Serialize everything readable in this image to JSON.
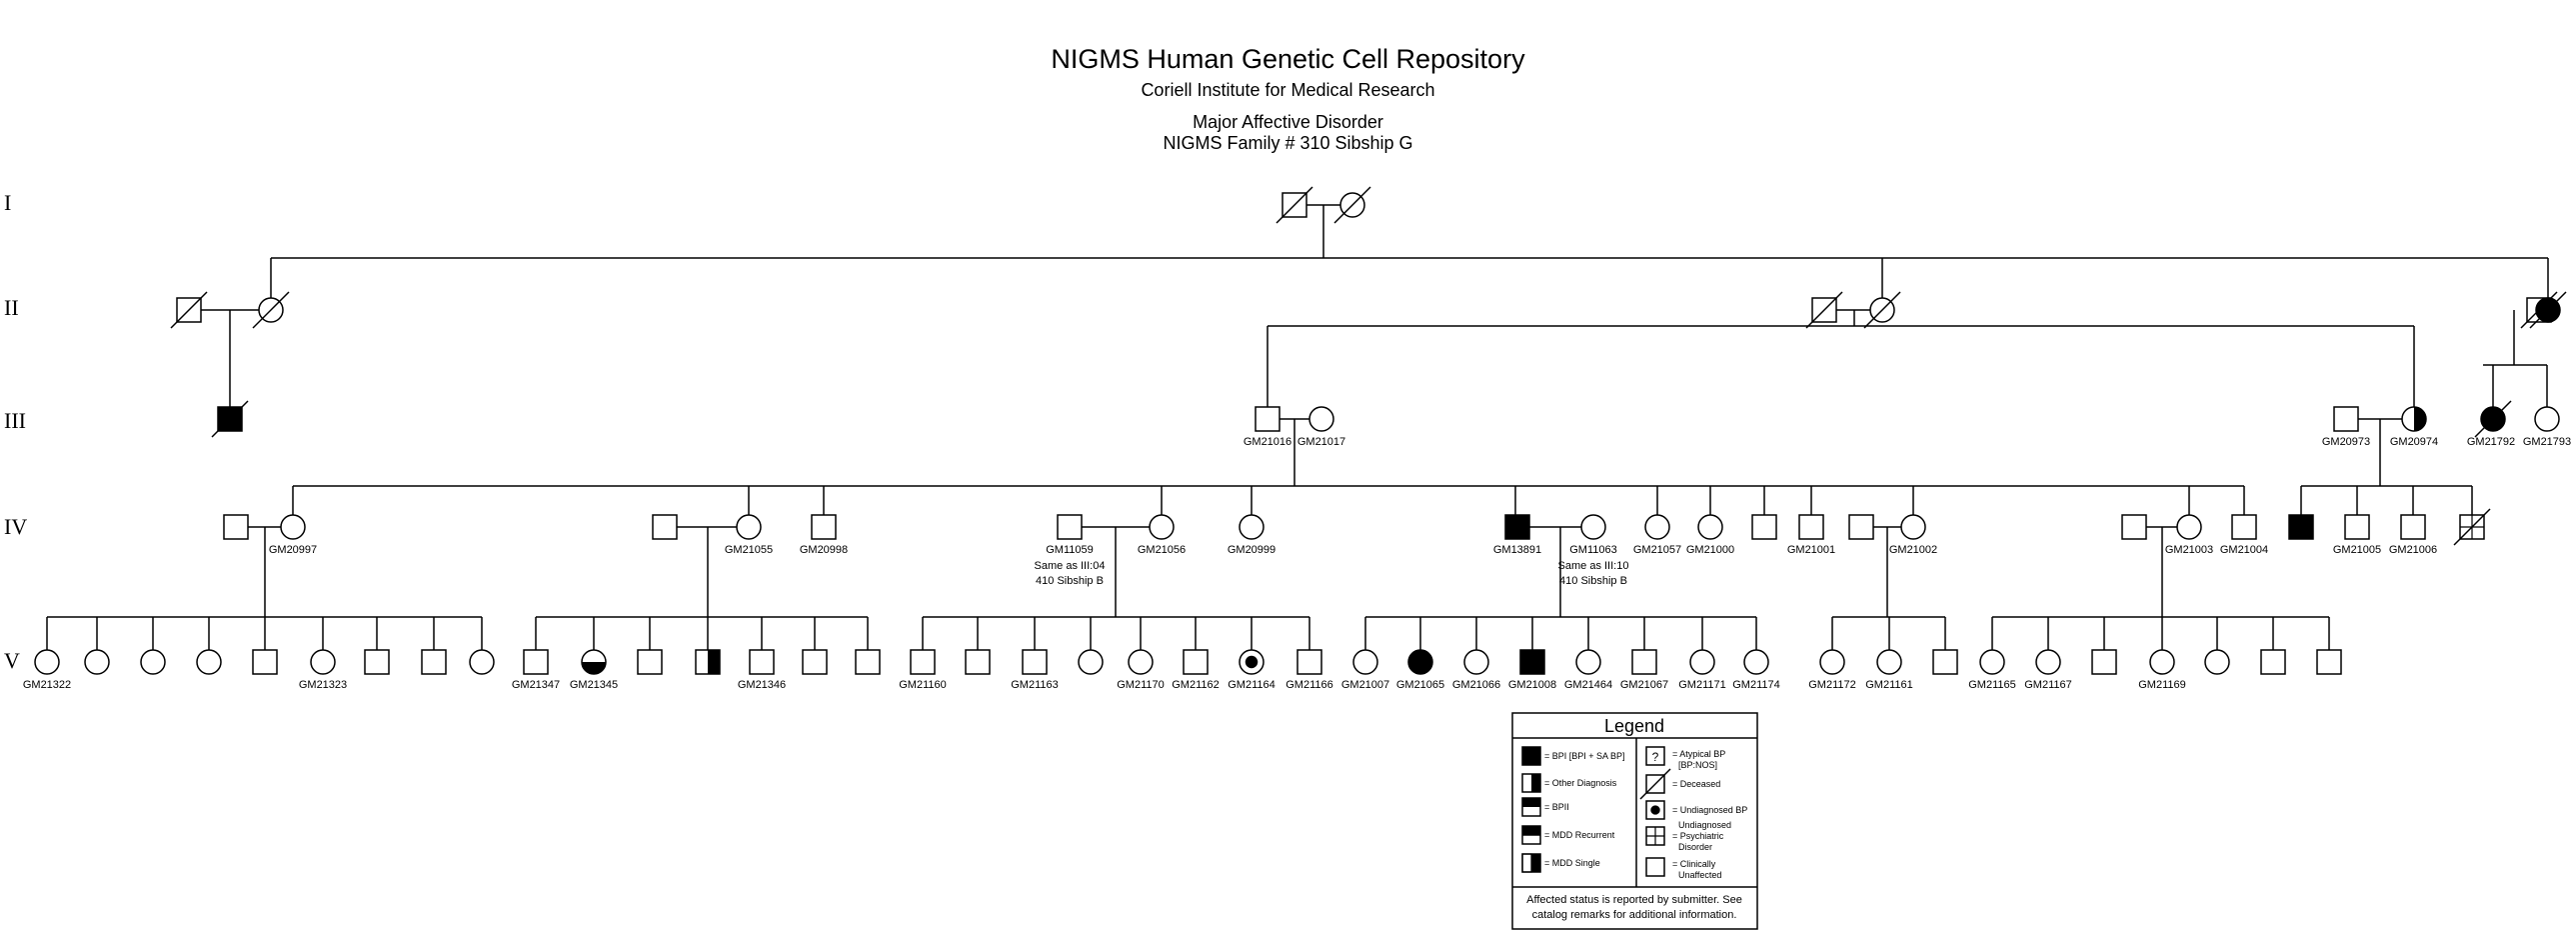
{
  "header": {
    "title": "NIGMS Human Genetic Cell Repository",
    "institute": "Coriell Institute for Medical Research",
    "disorder": "Major Affective Disorder",
    "family": "NIGMS Family # 310 Sibship G"
  },
  "generations": [
    "I",
    "II",
    "III",
    "IV",
    "V"
  ],
  "individual_labels": [
    "GM21016",
    "GM21017",
    "GM20973",
    "GM20974",
    "GM21792",
    "GM21793",
    "GM20997",
    "GM21055",
    "GM20998",
    "GM11059",
    "GM21056",
    "GM20999",
    "GM13891",
    "GM11063",
    "GM21057",
    "GM21000",
    "GM21001",
    "GM21002",
    "GM21003",
    "GM21004",
    "GM21005",
    "GM21006",
    "GM21322",
    "GM21323",
    "GM21347",
    "GM21345",
    "GM21346",
    "GM21160",
    "GM21163",
    "GM21170",
    "GM21162",
    "GM21164",
    "GM21166",
    "GM21007",
    "GM21065",
    "GM21066",
    "GM21008",
    "GM21464",
    "GM21067",
    "GM21171",
    "GM21174",
    "GM21172",
    "GM21161",
    "GM21165",
    "GM21167",
    "GM21169"
  ],
  "notes": {
    "iv_a_line1": "Same as III:04",
    "iv_a_line2": "410 Sibship B",
    "iv_b_line1": "Same as III:10",
    "iv_b_line2": "410 Sibship B"
  },
  "legend": {
    "title": "Legend",
    "items_left": [
      "= BPI [BPI + SA BP]",
      "= Other Diagnosis",
      "= BPII",
      "= MDD Recurrent",
      "= MDD Single"
    ],
    "items_right": [
      "= Atypical BP",
      "[BP:NOS]",
      "= Deceased",
      "= Undiagnosed BP",
      "Undiagnosed",
      "= Psychiatric",
      "Disorder",
      "= Clinically",
      "Unaffected"
    ],
    "atypical_symbol": "?",
    "footnote_line1": "Affected status is reported by submitter. See",
    "footnote_line2": "catalog remarks for additional information."
  },
  "colors": {
    "line": "#000000",
    "affected": "#000000",
    "background": "#ffffff"
  }
}
